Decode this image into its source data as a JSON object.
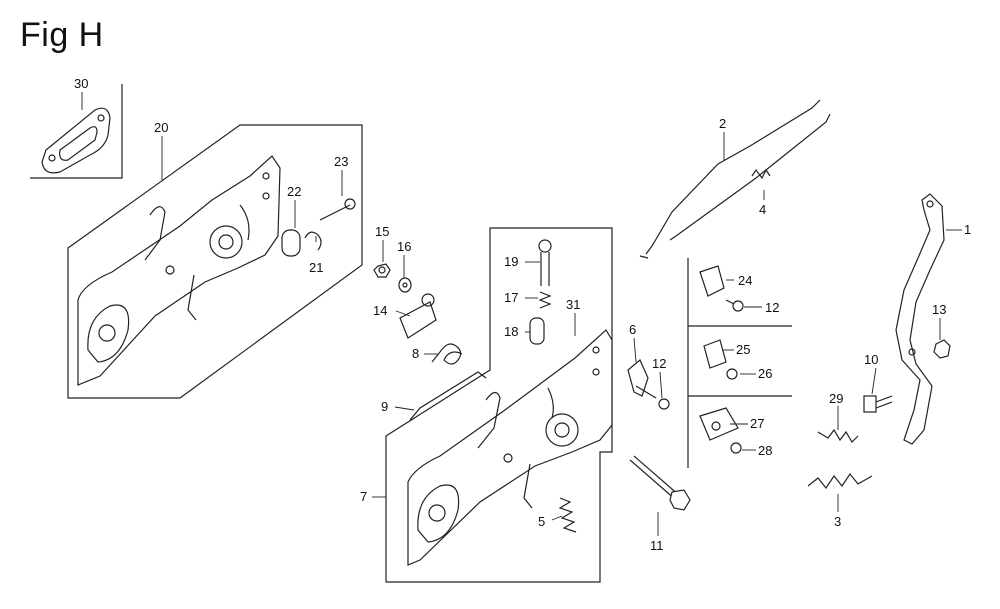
{
  "figure": {
    "title": "Fig H",
    "callouts": [
      {
        "id": "c30",
        "label": "30"
      },
      {
        "id": "c20",
        "label": "20"
      },
      {
        "id": "c23",
        "label": "23"
      },
      {
        "id": "c22",
        "label": "22"
      },
      {
        "id": "c21",
        "label": "21"
      },
      {
        "id": "c15",
        "label": "15"
      },
      {
        "id": "c16",
        "label": "16"
      },
      {
        "id": "c14",
        "label": "14"
      },
      {
        "id": "c8",
        "label": "8"
      },
      {
        "id": "c9",
        "label": "9"
      },
      {
        "id": "c7",
        "label": "7"
      },
      {
        "id": "c19",
        "label": "19"
      },
      {
        "id": "c17",
        "label": "17"
      },
      {
        "id": "c18",
        "label": "18"
      },
      {
        "id": "c31",
        "label": "31"
      },
      {
        "id": "c6",
        "label": "6"
      },
      {
        "id": "c12a",
        "label": "12"
      },
      {
        "id": "c5",
        "label": "5"
      },
      {
        "id": "c11",
        "label": "11"
      },
      {
        "id": "c2",
        "label": "2"
      },
      {
        "id": "c4",
        "label": "4"
      },
      {
        "id": "c24",
        "label": "24"
      },
      {
        "id": "c12b",
        "label": "12"
      },
      {
        "id": "c25",
        "label": "25"
      },
      {
        "id": "c26",
        "label": "26"
      },
      {
        "id": "c27",
        "label": "27"
      },
      {
        "id": "c28",
        "label": "28"
      },
      {
        "id": "c1",
        "label": "1"
      },
      {
        "id": "c13",
        "label": "13"
      },
      {
        "id": "c10",
        "label": "10"
      },
      {
        "id": "c29",
        "label": "29"
      },
      {
        "id": "c3",
        "label": "3"
      }
    ]
  }
}
